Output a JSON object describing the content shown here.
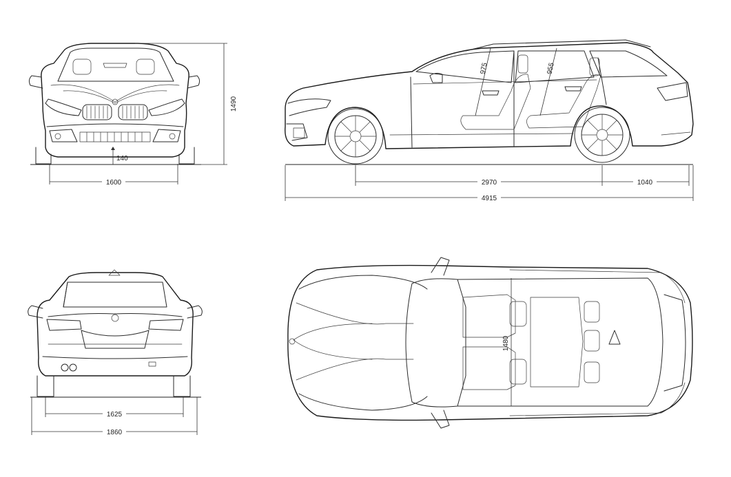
{
  "dimensions": {
    "track_front": "1600",
    "ground_clearance": "140",
    "height": "1490",
    "wheelbase": "2970",
    "rear_overhang": "1040",
    "length": "4915",
    "headroom_front": "975",
    "headroom_rear": "955",
    "track_rear": "1625",
    "width": "1860",
    "interior_width": "1480"
  }
}
